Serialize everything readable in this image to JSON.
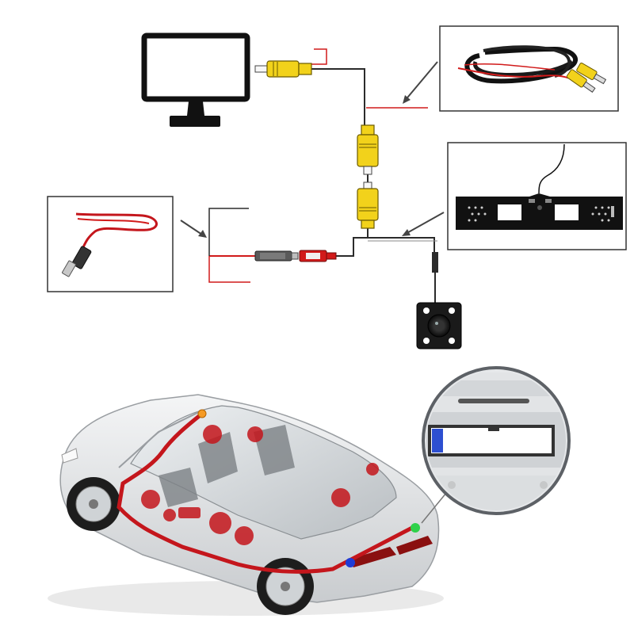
{
  "diagram": {
    "colors": {
      "wire_black": "#2b2b2b",
      "wire_red": "#d11a1a",
      "rca_yellow": "#f2d21b",
      "frame": "#333333",
      "monitor": "#111111",
      "car_body": "#e4e6e8",
      "car_route_red": "#c4161c",
      "marker_orange": "#f59a23",
      "marker_blue": "#1f3bd6",
      "marker_green": "#2fd14a"
    },
    "components": [
      {
        "id": "monitor",
        "icon": "monitor-icon"
      },
      {
        "id": "rca-extension-cable",
        "icon": "coiled-cable-icon"
      },
      {
        "id": "power-cable",
        "icon": "dc-plug-cable-icon"
      },
      {
        "id": "license-plate-frame-camera",
        "icon": "license-plate-frame-icon"
      },
      {
        "id": "rear-camera",
        "icon": "camera-icon"
      },
      {
        "id": "car-cutaway",
        "icon": "sedan-car-icon"
      }
    ],
    "route_markers": [
      "orange",
      "blue",
      "green"
    ]
  }
}
